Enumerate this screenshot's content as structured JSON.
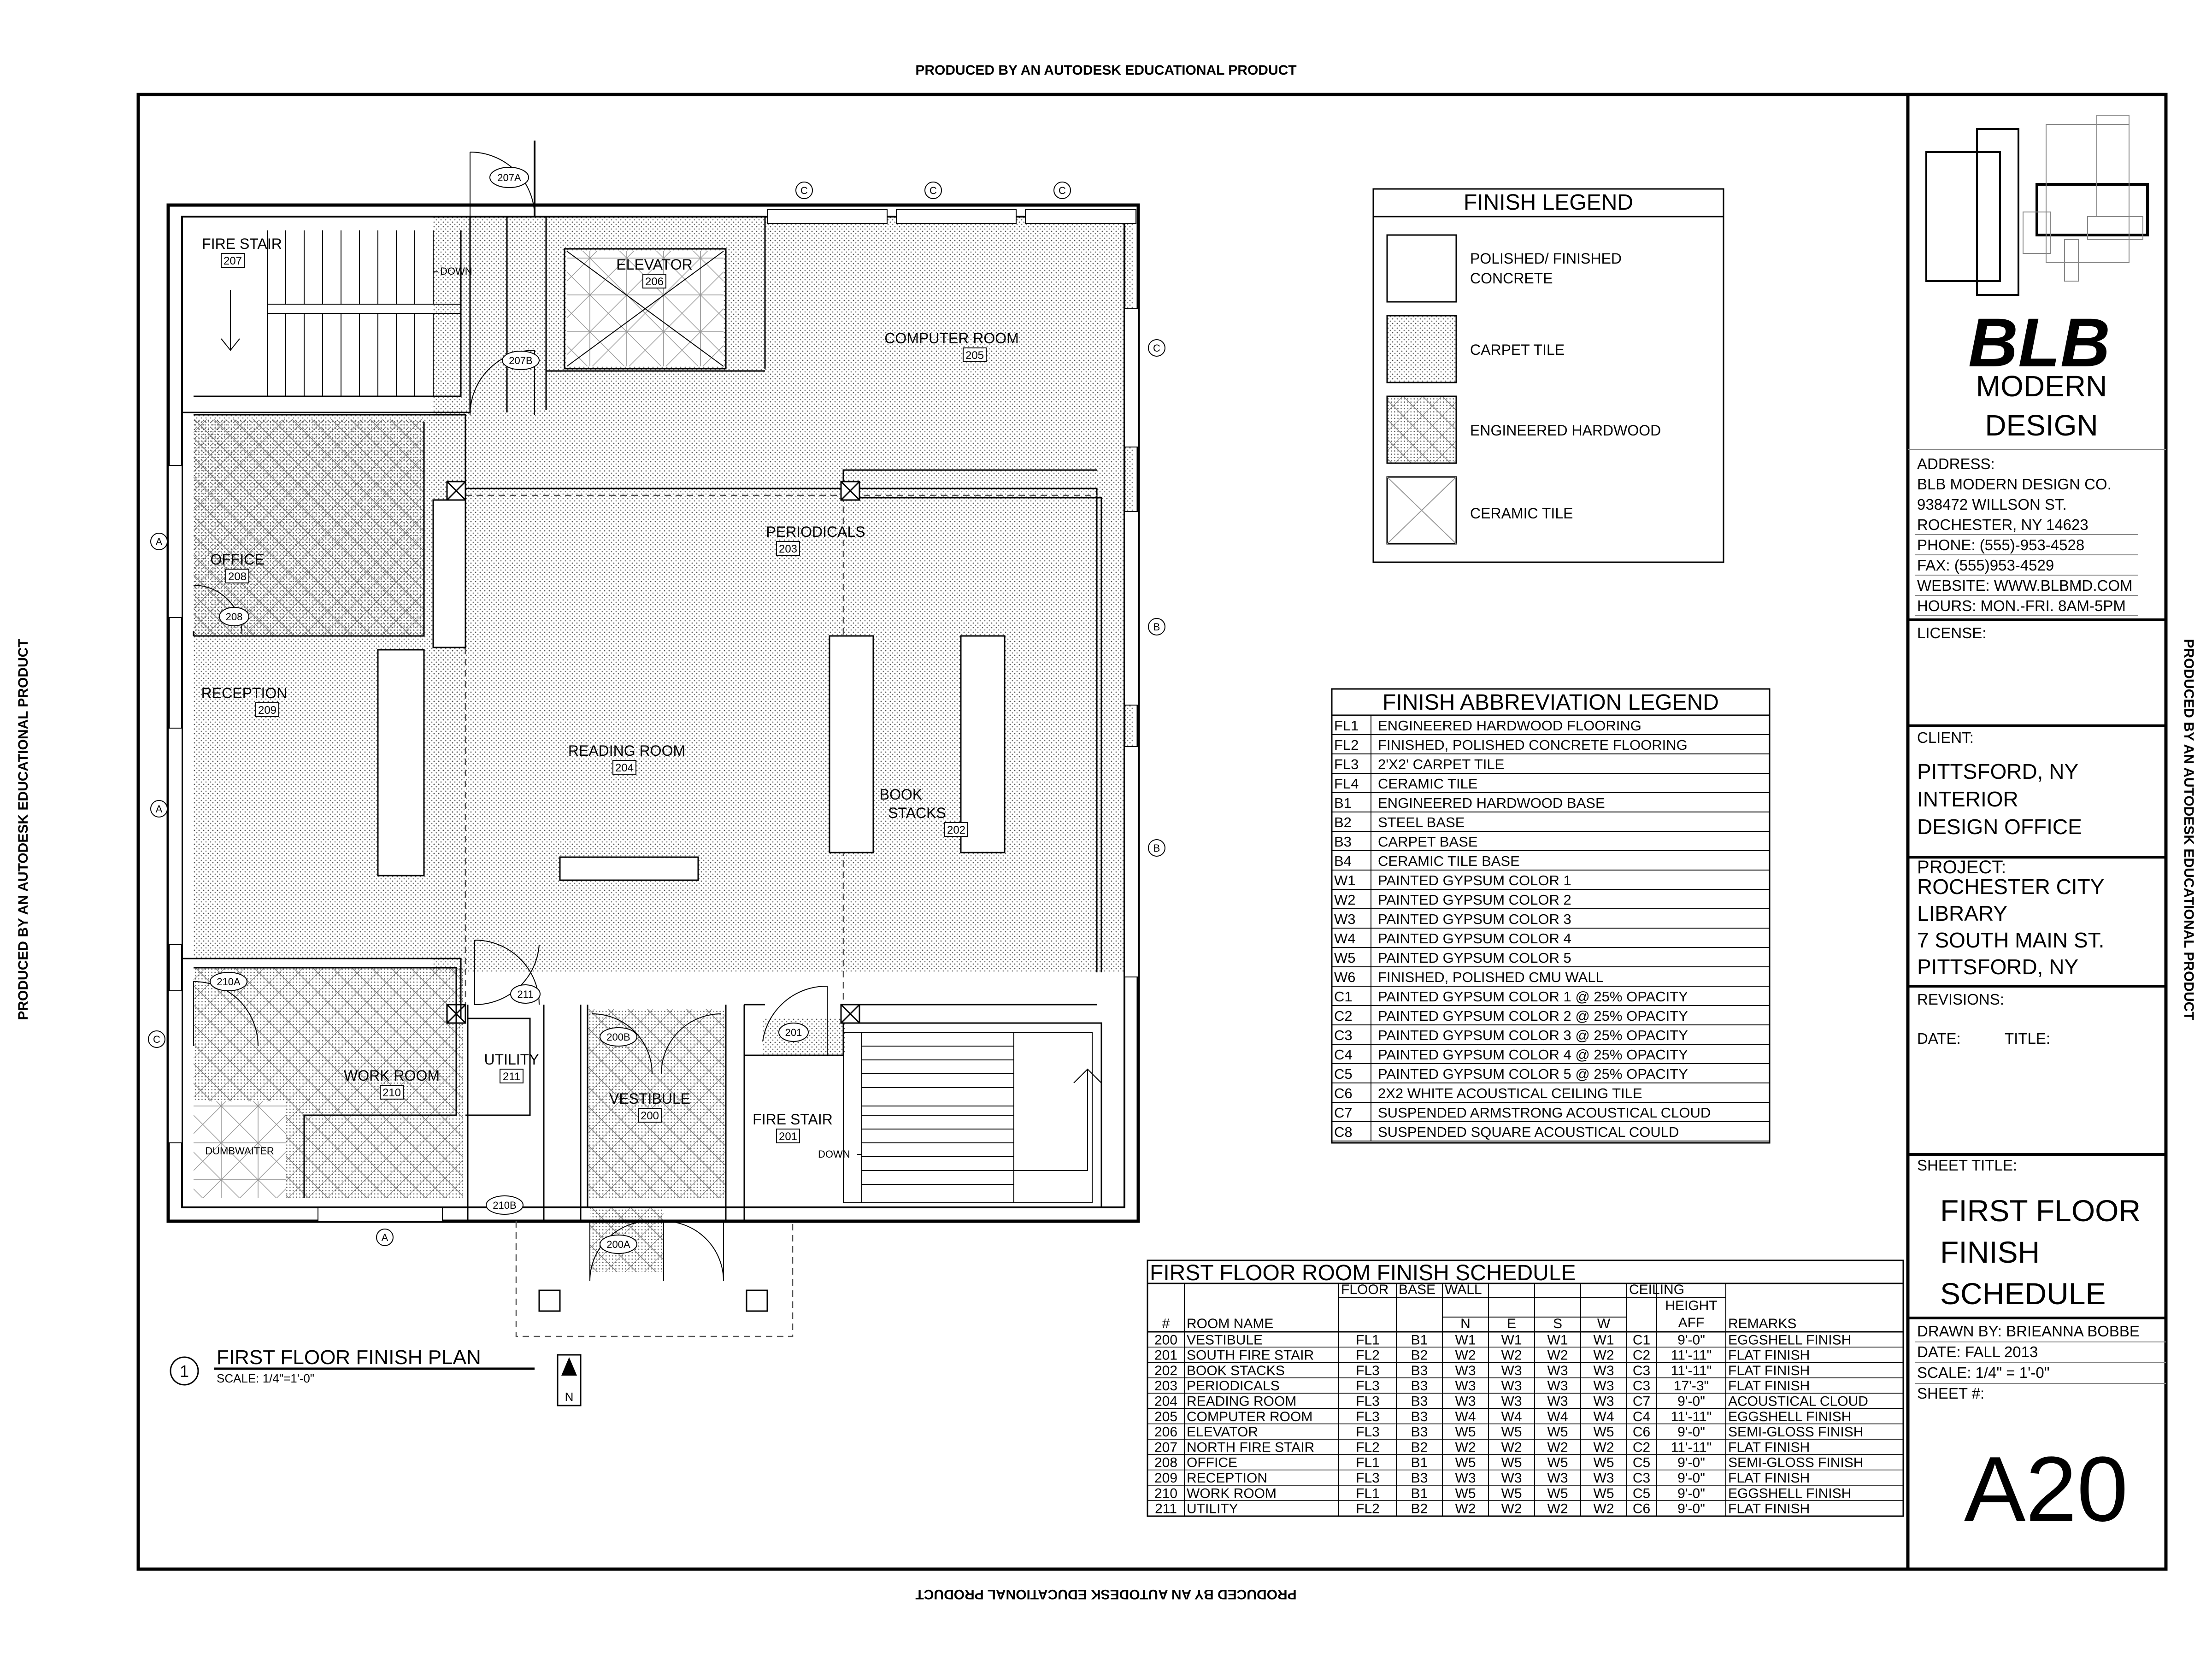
{
  "watermark": "PRODUCED BY AN AUTODESK EDUCATIONAL PRODUCT",
  "plan": {
    "title": "FIRST FLOOR FINISH PLAN",
    "scale": "SCALE: 1/4\"=1'-0\"",
    "number": "1",
    "north": "N",
    "down_label": "DOWN",
    "rooms": [
      {
        "key": "fire_stair_207",
        "name": "FIRE STAIR",
        "num": "207"
      },
      {
        "key": "elevator",
        "name": "ELEVATOR",
        "num": "206"
      },
      {
        "key": "computer",
        "name": "COMPUTER ROOM",
        "num": "205"
      },
      {
        "key": "periodicals",
        "name": "PERIODICALS",
        "num": "203"
      },
      {
        "key": "office",
        "name": "OFFICE",
        "num": "208"
      },
      {
        "key": "reception",
        "name": "RECEPTION",
        "num": "209"
      },
      {
        "key": "reading",
        "name": "READING ROOM",
        "num": "204"
      },
      {
        "key": "book1",
        "name": "BOOK",
        "num": ""
      },
      {
        "key": "book2",
        "name": "STACKS",
        "num": "202"
      },
      {
        "key": "work",
        "name": "WORK ROOM",
        "num": "210"
      },
      {
        "key": "utility",
        "name": "UTILITY",
        "num": "211"
      },
      {
        "key": "vestibule",
        "name": "VESTIBULE",
        "num": "200"
      },
      {
        "key": "fire_stair_201",
        "name": "FIRE STAIR",
        "num": "201"
      },
      {
        "key": "dumbwaiter",
        "name": "DUMBWAITER",
        "num": ""
      }
    ],
    "door_tags": [
      "207A",
      "207B",
      "208",
      "210A",
      "211",
      "200B",
      "201",
      "210B",
      "200A"
    ],
    "grid_tags": {
      "a": "A",
      "b": "B",
      "c": "C"
    }
  },
  "finish_legend": {
    "title": "FINISH LEGEND",
    "items": [
      {
        "label1": "POLISHED/ FINISHED",
        "label2": "CONCRETE",
        "pattern": "plain"
      },
      {
        "label1": "CARPET TILE",
        "label2": "",
        "pattern": "dots"
      },
      {
        "label1": "ENGINEERED HARDWOOD",
        "label2": "",
        "pattern": "wood"
      },
      {
        "label1": "CERAMIC TILE",
        "label2": "",
        "pattern": "cross"
      }
    ]
  },
  "abbrev_legend": {
    "title": "FINISH ABBREVIATION LEGEND",
    "rows": [
      [
        "FL1",
        "ENGINEERED HARDWOOD FLOORING"
      ],
      [
        "FL2",
        "FINISHED, POLISHED CONCRETE FLOORING"
      ],
      [
        "FL3",
        "2'X2' CARPET TILE"
      ],
      [
        "FL4",
        "CERAMIC TILE"
      ],
      [
        "B1",
        "ENGINEERED HARDWOOD BASE"
      ],
      [
        "B2",
        "STEEL BASE"
      ],
      [
        "B3",
        "CARPET BASE"
      ],
      [
        "B4",
        "CERAMIC TILE BASE"
      ],
      [
        "W1",
        "PAINTED GYPSUM COLOR 1"
      ],
      [
        "W2",
        "PAINTED GYPSUM COLOR 2"
      ],
      [
        "W3",
        "PAINTED GYPSUM COLOR 3"
      ],
      [
        "W4",
        "PAINTED GYPSUM COLOR 4"
      ],
      [
        "W5",
        "PAINTED GYPSUM COLOR 5"
      ],
      [
        "W6",
        "FINISHED, POLISHED CMU WALL"
      ],
      [
        "C1",
        "PAINTED GYPSUM COLOR 1 @ 25% OPACITY"
      ],
      [
        "C2",
        "PAINTED GYPSUM COLOR 2 @ 25% OPACITY"
      ],
      [
        "C3",
        "PAINTED GYPSUM COLOR 3 @ 25% OPACITY"
      ],
      [
        "C4",
        "PAINTED GYPSUM COLOR 4 @ 25% OPACITY"
      ],
      [
        "C5",
        "PAINTED GYPSUM COLOR 5 @ 25% OPACITY"
      ],
      [
        "C6",
        "2X2 WHITE ACOUSTICAL CEILING TILE"
      ],
      [
        "C7",
        "SUSPENDED ARMSTRONG ACOUSTICAL CLOUD"
      ],
      [
        "C8",
        "SUSPENDED SQUARE ACOUSTICAL COULD"
      ]
    ]
  },
  "schedule": {
    "title": "FIRST FLOOR ROOM FINISH SCHEDULE",
    "headers": {
      "num": "#",
      "room": "ROOM NAME",
      "floor": "FLOOR",
      "base": "BASE",
      "wall": "WALL",
      "n": "N",
      "e": "E",
      "s": "S",
      "w": "W",
      "ceiling": "CEILING",
      "height": "HEIGHT",
      "aff": "AFF",
      "remarks": "REMARKS"
    },
    "rows": [
      [
        "200",
        "VESTIBULE",
        "FL1",
        "B1",
        "W1",
        "W1",
        "W1",
        "W1",
        "C1",
        "9'-0\"",
        "EGGSHELL FINISH"
      ],
      [
        "201",
        "SOUTH FIRE STAIR",
        "FL2",
        "B2",
        "W2",
        "W2",
        "W2",
        "W2",
        "C2",
        "11'-11\"",
        "FLAT FINISH"
      ],
      [
        "202",
        "BOOK STACKS",
        "FL3",
        "B3",
        "W3",
        "W3",
        "W3",
        "W3",
        "C3",
        "11'-11\"",
        "FLAT FINISH"
      ],
      [
        "203",
        "PERIODICALS",
        "FL3",
        "B3",
        "W3",
        "W3",
        "W3",
        "W3",
        "C3",
        "17'-3\"",
        "FLAT FINISH"
      ],
      [
        "204",
        "READING ROOM",
        "FL3",
        "B3",
        "W3",
        "W3",
        "W3",
        "W3",
        "C7",
        "9'-0\"",
        "ACOUSTICAL CLOUD"
      ],
      [
        "205",
        "COMPUTER ROOM",
        "FL3",
        "B3",
        "W4",
        "W4",
        "W4",
        "W4",
        "C4",
        "11'-11\"",
        "EGGSHELL FINISH"
      ],
      [
        "206",
        "ELEVATOR",
        "FL3",
        "B3",
        "W5",
        "W5",
        "W5",
        "W5",
        "C6",
        "9'-0\"",
        "SEMI-GLOSS FINISH"
      ],
      [
        "207",
        "NORTH FIRE STAIR",
        "FL2",
        "B2",
        "W2",
        "W2",
        "W2",
        "W2",
        "C2",
        "11'-11\"",
        "FLAT FINISH"
      ],
      [
        "208",
        "OFFICE",
        "FL1",
        "B1",
        "W5",
        "W5",
        "W5",
        "W5",
        "C5",
        "9'-0\"",
        "SEMI-GLOSS FINISH"
      ],
      [
        "209",
        "RECEPTION",
        "FL3",
        "B3",
        "W3",
        "W3",
        "W3",
        "W3",
        "C3",
        "9'-0\"",
        "FLAT FINISH"
      ],
      [
        "210",
        "WORK ROOM",
        "FL1",
        "B1",
        "W5",
        "W5",
        "W5",
        "W5",
        "C5",
        "9'-0\"",
        "EGGSHELL FINISH"
      ],
      [
        "211",
        "UTILITY",
        "FL2",
        "B2",
        "W2",
        "W2",
        "W2",
        "W2",
        "C6",
        "9'-0\"",
        "FLAT FINISH"
      ]
    ]
  },
  "titleblock": {
    "logo": "BLB",
    "company1": "MODERN",
    "company2": "DESIGN",
    "address": [
      "ADDRESS:",
      "BLB MODERN DESIGN CO.",
      "938472 WILLSON ST.",
      "ROCHESTER, NY 14623",
      "PHONE: (555)-953-4528",
      "FAX: (555)953-4529",
      "WEBSITE: WWW.BLBMD.COM",
      "HOURS: MON.-FRI. 8AM-5PM"
    ],
    "license_label": "LICENSE:",
    "client_label": "CLIENT:",
    "client": [
      "PITTSFORD, NY",
      "INTERIOR",
      "DESIGN OFFICE"
    ],
    "project_label": "PROJECT:",
    "project": [
      "ROCHESTER CITY",
      "LIBRARY",
      "7 SOUTH MAIN ST.",
      "PITTSFORD, NY"
    ],
    "revisions_label": "REVISIONS:",
    "date_label": "DATE:",
    "title_label": "TITLE:",
    "sheet_title_label": "SHEET TITLE:",
    "sheet_title": [
      "FIRST FLOOR",
      "FINISH",
      "SCHEDULE"
    ],
    "drawn_by": "DRAWN BY: BRIEANNA BOBBE",
    "date": "DATE: FALL 2013",
    "scale": "SCALE: 1/4\" = 1'-0\"",
    "sheet_num_label": "SHEET #:",
    "sheet_num": "A20"
  }
}
